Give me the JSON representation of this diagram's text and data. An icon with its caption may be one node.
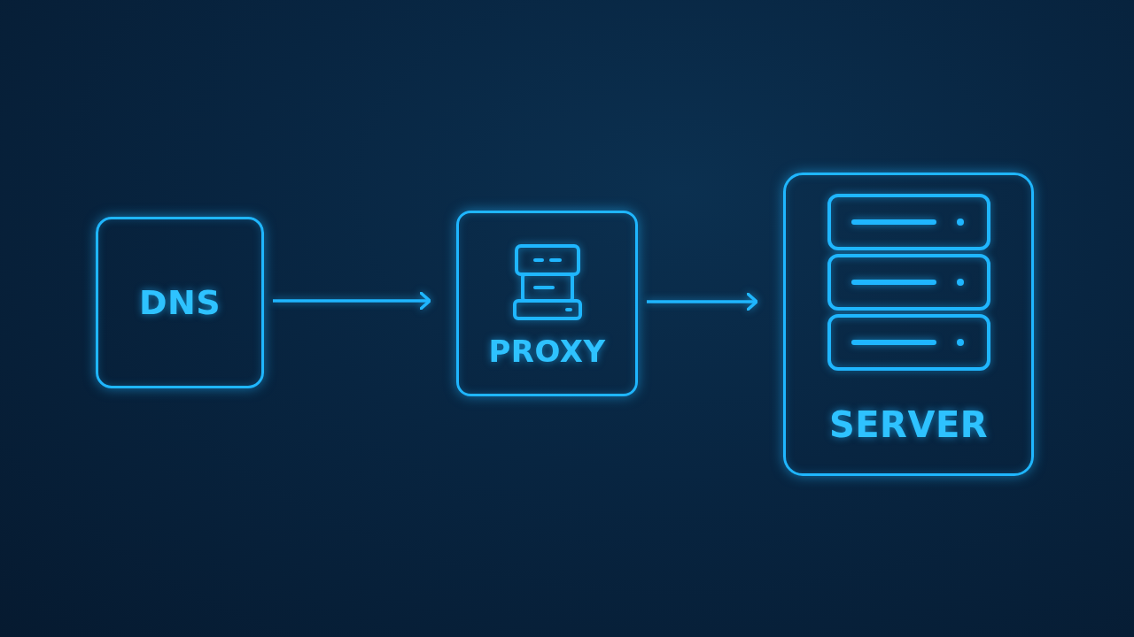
{
  "diagram": {
    "nodes": [
      {
        "text": [
          "DNS"
        ]
      },
      {
        "text": [
          "PROXY"
        ]
      },
      {
        "text": [
          "SERVER"
        ]
      }
    ],
    "edges": [
      {
        "from": 0,
        "to": 1,
        "arrow": "to"
      },
      {
        "from": 1,
        "to": 2,
        "arrow": "to"
      }
    ]
  }
}
